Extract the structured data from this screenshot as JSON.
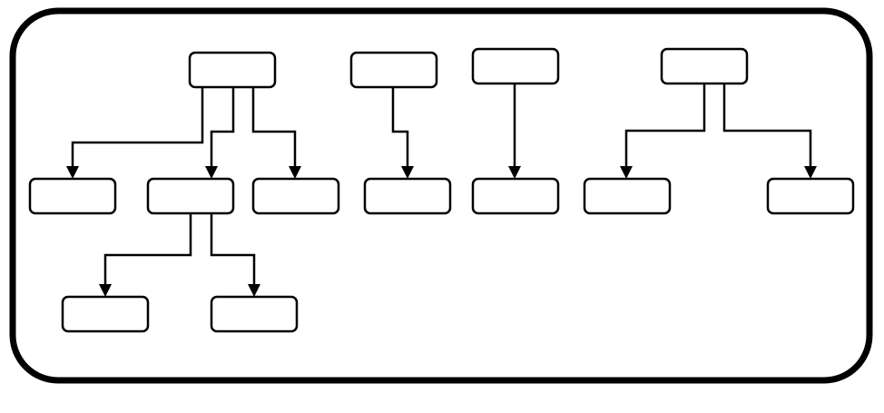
{
  "diagram": {
    "type": "tree",
    "stroke_color": "#000000",
    "background_color": "#ffffff",
    "nodes": [
      {
        "id": "root-1",
        "label": ""
      },
      {
        "id": "root-2",
        "label": ""
      },
      {
        "id": "root-3",
        "label": ""
      },
      {
        "id": "root-4",
        "label": ""
      },
      {
        "id": "child-1a",
        "label": ""
      },
      {
        "id": "child-1b",
        "label": ""
      },
      {
        "id": "child-1c",
        "label": ""
      },
      {
        "id": "child-2a",
        "label": ""
      },
      {
        "id": "child-3a",
        "label": ""
      },
      {
        "id": "child-4a",
        "label": ""
      },
      {
        "id": "child-4b",
        "label": ""
      },
      {
        "id": "grandchild-1b-a",
        "label": ""
      },
      {
        "id": "grandchild-1b-b",
        "label": ""
      }
    ],
    "edges": [
      {
        "from": "root-1",
        "to": "child-1a"
      },
      {
        "from": "root-1",
        "to": "child-1b"
      },
      {
        "from": "root-1",
        "to": "child-1c"
      },
      {
        "from": "root-2",
        "to": "child-2a"
      },
      {
        "from": "root-3",
        "to": "child-3a"
      },
      {
        "from": "root-4",
        "to": "child-4a"
      },
      {
        "from": "root-4",
        "to": "child-4b"
      },
      {
        "from": "child-1b",
        "to": "grandchild-1b-a"
      },
      {
        "from": "child-1b",
        "to": "grandchild-1b-b"
      }
    ]
  }
}
